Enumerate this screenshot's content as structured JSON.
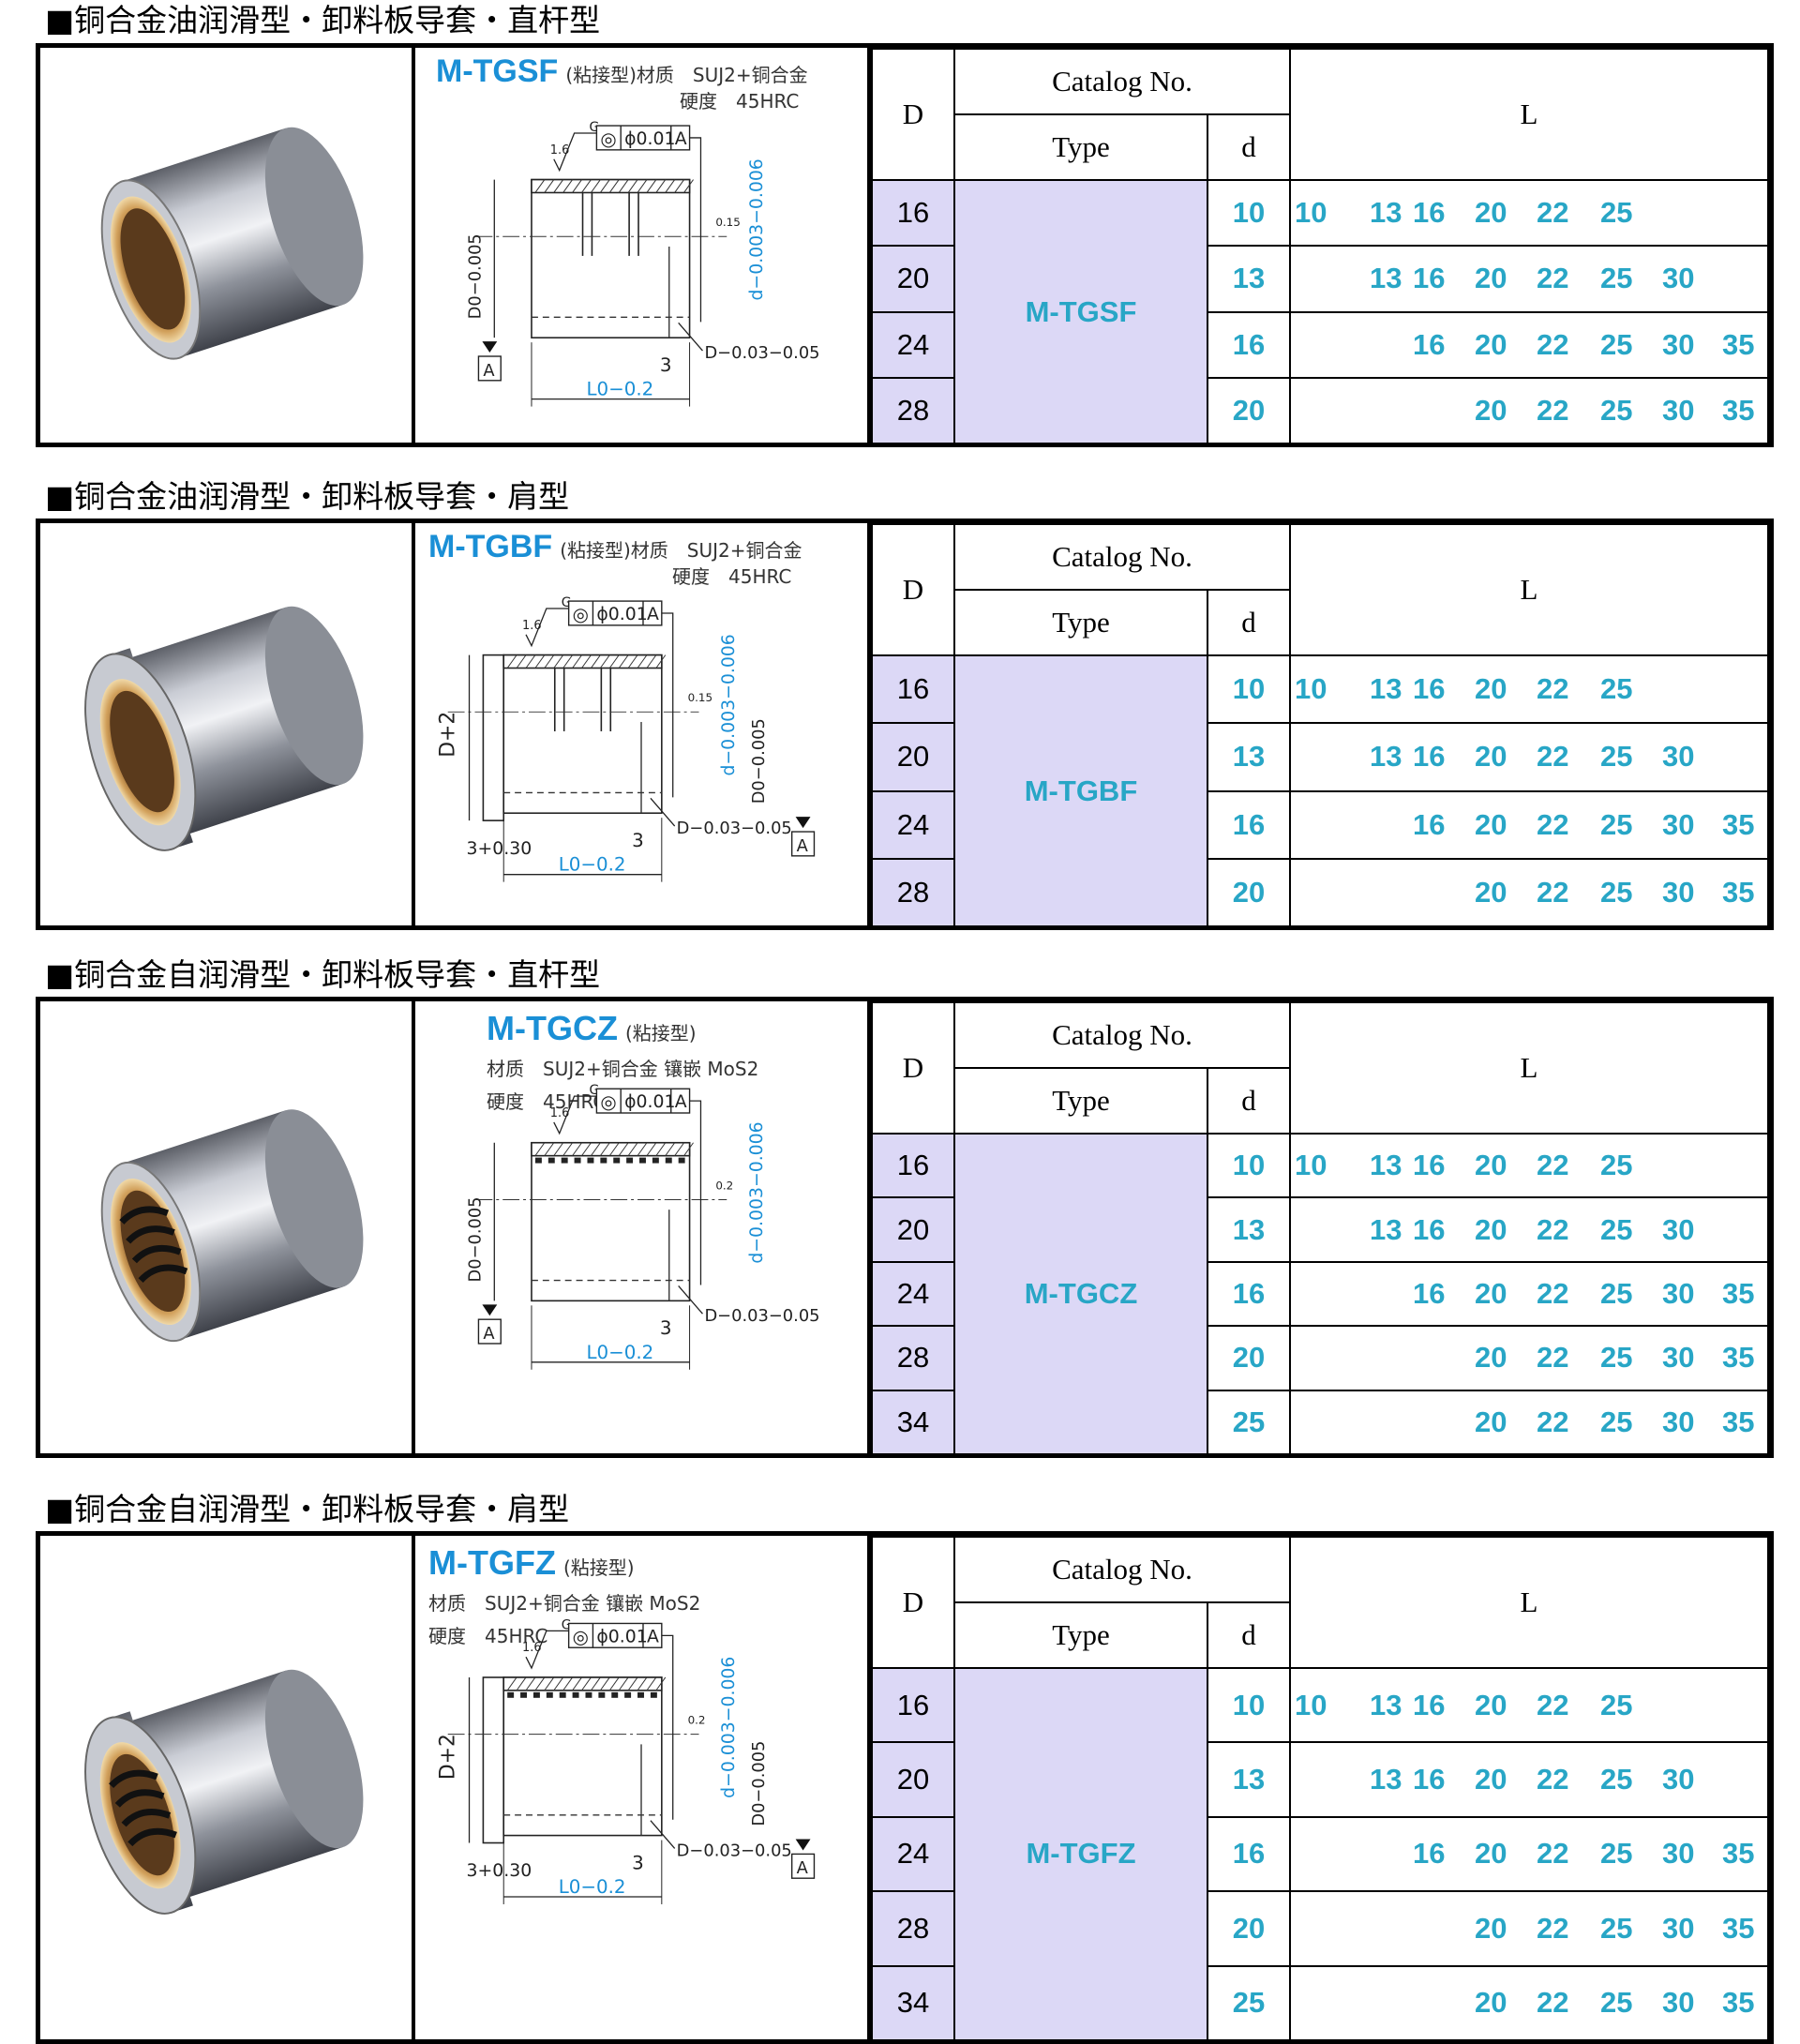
{
  "header": {
    "catalog_no": "Catalog  No.",
    "col_D": "D",
    "col_type": "Type",
    "col_d": "d",
    "col_L": "L"
  },
  "dim": {
    "g": "G",
    "roughness": "1.6",
    "runout_sym": "◎",
    "tolerance": "ϕ0.01",
    "datum": "A",
    "d_tol": "d−0.003−0.006",
    "outer_tol": "D0−0.005",
    "bore_tol": "D−0.03−0.05",
    "flange_h": "D+2",
    "length": "L0−0.2",
    "chamfer": "3",
    "flange_w": "3+0.30"
  },
  "sections": [
    {
      "title": "■铜合金油润滑型・卸料板导套・直杆型",
      "code": "M-TGSF",
      "spec_line1": "(粘接型)材质　SUJ2+铜合金",
      "spec_line2": "硬度　45HRC",
      "r015": "0.15",
      "type": "M-TGSF",
      "rows": [
        {
          "D": "16",
          "d": "10",
          "L": [
            "10",
            "13",
            "16",
            "20",
            "22",
            "25"
          ]
        },
        {
          "D": "20",
          "d": "13",
          "L": [
            "13",
            "16",
            "20",
            "22",
            "25",
            "30"
          ]
        },
        {
          "D": "24",
          "d": "16",
          "L": [
            "16",
            "20",
            "22",
            "25",
            "30",
            "35"
          ]
        },
        {
          "D": "28",
          "d": "20",
          "L": [
            "20",
            "22",
            "25",
            "30",
            "35"
          ]
        }
      ]
    },
    {
      "title": "■铜合金油润滑型・卸料板导套・肩型",
      "code": "M-TGBF",
      "spec_line1": "(粘接型)材质　SUJ2+铜合金",
      "spec_line2": "硬度　45HRC",
      "r015": "0.15",
      "type": "M-TGBF",
      "rows": [
        {
          "D": "16",
          "d": "10",
          "L": [
            "10",
            "13",
            "16",
            "20",
            "22",
            "25"
          ]
        },
        {
          "D": "20",
          "d": "13",
          "L": [
            "13",
            "16",
            "20",
            "22",
            "25",
            "30"
          ]
        },
        {
          "D": "24",
          "d": "16",
          "L": [
            "16",
            "20",
            "22",
            "25",
            "30",
            "35"
          ]
        },
        {
          "D": "28",
          "d": "20",
          "L": [
            "20",
            "22",
            "25",
            "30",
            "35"
          ]
        }
      ]
    },
    {
      "title": "■铜合金自润滑型・卸料板导套・直杆型",
      "code": "M-TGCZ",
      "spec_head": "(粘接型)",
      "spec_line1": "材质　SUJ2+铜合金 镶嵌 MoS2",
      "spec_line2": "硬度　45HRC",
      "r015": "0.2",
      "type": "M-TGCZ",
      "rows": [
        {
          "D": "16",
          "d": "10",
          "L": [
            "10",
            "13",
            "16",
            "20",
            "22",
            "25"
          ]
        },
        {
          "D": "20",
          "d": "13",
          "L": [
            "13",
            "16",
            "20",
            "22",
            "25",
            "30"
          ]
        },
        {
          "D": "24",
          "d": "16",
          "L": [
            "16",
            "20",
            "22",
            "25",
            "30",
            "35"
          ]
        },
        {
          "D": "28",
          "d": "20",
          "L": [
            "20",
            "22",
            "25",
            "30",
            "35"
          ]
        },
        {
          "D": "34",
          "d": "25",
          "L": [
            "20",
            "22",
            "25",
            "30",
            "35"
          ]
        }
      ]
    },
    {
      "title": "■铜合金自润滑型・卸料板导套・肩型",
      "code": "M-TGFZ",
      "spec_head": "(粘接型)",
      "spec_line1": "材质　SUJ2+铜合金 镶嵌 MoS2",
      "spec_line2": "硬度　45HRC",
      "r015": "0.2",
      "type": "M-TGFZ",
      "rows": [
        {
          "D": "16",
          "d": "10",
          "L": [
            "10",
            "13",
            "16",
            "20",
            "22",
            "25"
          ]
        },
        {
          "D": "20",
          "d": "13",
          "L": [
            "13",
            "16",
            "20",
            "22",
            "25",
            "30"
          ]
        },
        {
          "D": "24",
          "d": "16",
          "L": [
            "16",
            "20",
            "22",
            "25",
            "30",
            "35"
          ]
        },
        {
          "D": "28",
          "d": "20",
          "L": [
            "20",
            "22",
            "25",
            "30",
            "35"
          ]
        },
        {
          "D": "34",
          "d": "25",
          "L": [
            "20",
            "22",
            "25",
            "30",
            "35"
          ]
        }
      ]
    }
  ]
}
